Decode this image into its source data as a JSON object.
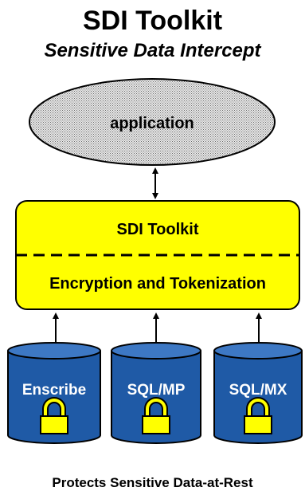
{
  "header": {
    "title": "SDI Toolkit",
    "subtitle": "Sensitive Data Intercept"
  },
  "application": {
    "label": "application"
  },
  "toolkit": {
    "top_label": "SDI Toolkit",
    "bottom_label": "Encryption and Tokenization"
  },
  "databases": [
    {
      "label": "Enscribe",
      "icon": "padlock-icon"
    },
    {
      "label": "SQL/MP",
      "icon": "padlock-icon"
    },
    {
      "label": "SQL/MX",
      "icon": "padlock-icon"
    }
  ],
  "footer": {
    "text": "Protects Sensitive Data-at-Rest"
  },
  "colors": {
    "toolkit_fill": "#ffff00",
    "database_fill": "#1f5aa6",
    "lock_fill": "#ffff00",
    "ellipse_fill": "#d8d8d8"
  }
}
